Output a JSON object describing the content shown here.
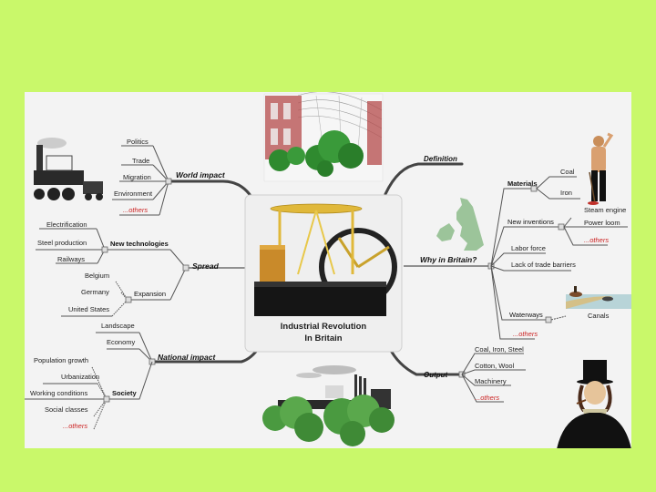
{
  "colors": {
    "background": "#c9f86a",
    "panel": "#f3f3f3",
    "branch_line": "#444444",
    "others_text": "#cc2222"
  },
  "center": {
    "title_line1": "Industrial  Revolution",
    "title_line2": "In Britain",
    "image": "watt-steam-engine-illustration"
  },
  "branches": {
    "world_impact": {
      "label": "World impact",
      "children": [
        "Politics",
        "Trade",
        "Migration",
        "Environment",
        "...others"
      ],
      "image": "steam-locomotive-illustration"
    },
    "spread": {
      "label": "Spread",
      "new_technologies": {
        "label": "New technologies",
        "children": [
          "Electrification",
          "Steel production",
          "Railways"
        ]
      },
      "expansion": {
        "label": "Expansion",
        "children": [
          "Belgium",
          "Germany",
          "United States"
        ]
      }
    },
    "national_impact": {
      "label": "National impact",
      "children": [
        "Landscape",
        "Economy"
      ],
      "society": {
        "label": "Society",
        "children": [
          "Population growth",
          "Urbanization",
          "Working conditions",
          "Social classes",
          "...others"
        ]
      }
    },
    "definition": {
      "label": "Definition",
      "image": "crystal-palace-interior-illustration"
    },
    "why_in_britain": {
      "label": "Why in Britain?",
      "image": "british-isles-map",
      "materials": {
        "label": "Materials",
        "children": [
          "Coal",
          "Iron"
        ]
      },
      "new_inventions": {
        "label": "New inventions",
        "children": [
          "Steam engine",
          "Power loom",
          "...others"
        ]
      },
      "labor_force": "Labor force",
      "lack_of_trade_barriers": "Lack of trade barriers",
      "waterways": {
        "label": "Waterways",
        "children": [
          "Canals"
        ]
      },
      "others": "...others",
      "images": [
        "coal-miner-illustration",
        "canal-horse-illustration"
      ]
    },
    "output": {
      "label": "Output",
      "children": [
        "Coal, Iron, Steel",
        "Cotton, Wool",
        "Machinery",
        "...others"
      ],
      "images": [
        "factory-landscape-illustration",
        "top-hat-gentleman-illustration"
      ]
    }
  }
}
